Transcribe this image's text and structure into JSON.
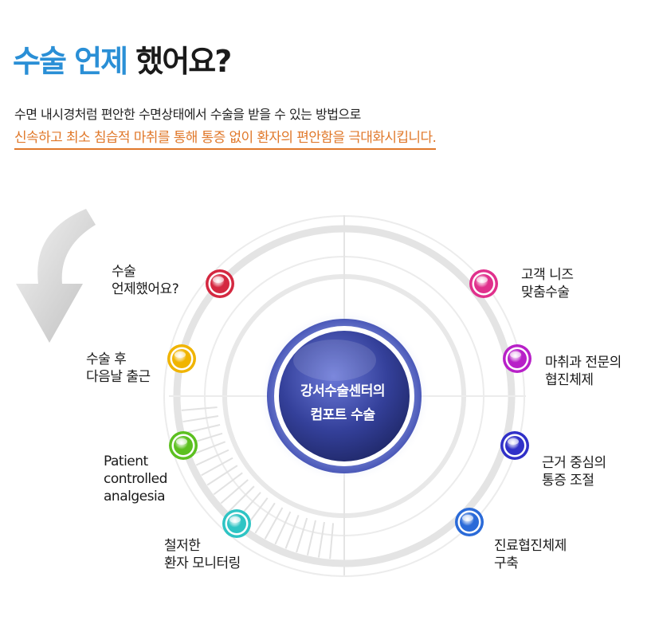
{
  "title": {
    "highlight": "수술 언제",
    "rest": " 했어요?"
  },
  "description": {
    "line1": "수면 내시경처럼  편안한 수면상태에서 수술을 받을 수 있는 방법으로",
    "line2": "신속하고 최소 침습적 마취를 통해 통증 없이 환자의 편안함을 극대화시킵니다."
  },
  "center": {
    "line1": "강서수술센터의",
    "line2": "컴포트 수술"
  },
  "left_items": [
    {
      "lines": [
        "수술",
        "언제했어요?"
      ],
      "color": "#d42840"
    },
    {
      "lines": [
        "수술 후",
        "다음날 출근"
      ],
      "color": "#f0b400"
    },
    {
      "lines": [
        "Patient",
        "controlled",
        "analgesia"
      ],
      "color": "#5cc020"
    },
    {
      "lines": [
        "철저한",
        "환자 모니터링"
      ],
      "color": "#2ec4c4"
    }
  ],
  "right_items": [
    {
      "lines": [
        "고객 니즈",
        "맞춤수술"
      ],
      "color": "#e0308c"
    },
    {
      "lines": [
        "마취과 전문의",
        "협진체제"
      ],
      "color": "#b820c8"
    },
    {
      "lines": [
        "근거 중심의",
        "통증 조절"
      ],
      "color": "#3030c8"
    },
    {
      "lines": [
        "진료협진체제",
        "구축"
      ],
      "color": "#2a6ad8"
    }
  ]
}
